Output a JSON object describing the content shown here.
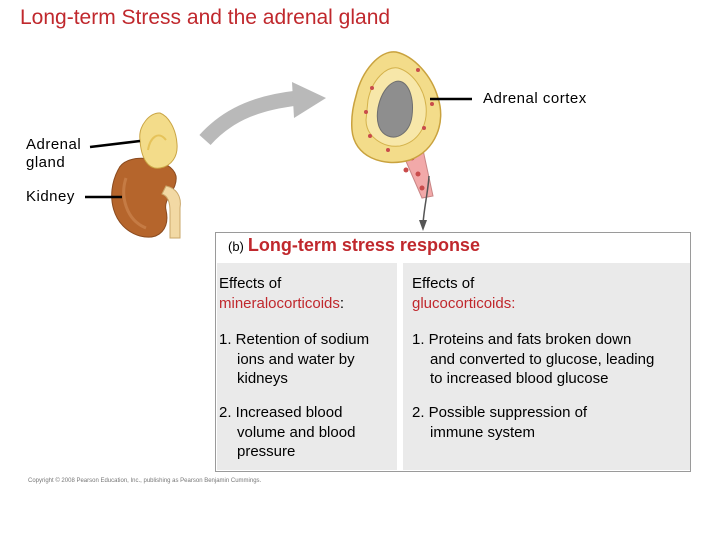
{
  "title": "Long-term Stress and the adrenal gland",
  "labels": {
    "adrenal_cortex": "Adrenal cortex",
    "adrenal_gland_line1": "Adrenal",
    "adrenal_gland_line2": "gland",
    "kidney": "Kidney"
  },
  "response_box": {
    "prefix": "(b)",
    "heading": "Long-term stress response",
    "left_column": {
      "header_line1": "Effects of",
      "header_term": "mineralocorticoids",
      "header_suffix": ":",
      "item1_line1": "1. Retention of sodium",
      "item1_line2": "ions and water by",
      "item1_line3": "kidneys",
      "item2_line1": "2. Increased blood",
      "item2_line2": "volume and blood",
      "item2_line3": "pressure"
    },
    "right_column": {
      "header_line1": "Effects of",
      "header_term": "glucocorticoids:",
      "item1_line1": "1. Proteins and fats broken down",
      "item1_line2": "and converted to glucose, leading",
      "item1_line3": "to increased blood glucose",
      "item2_line1": "2. Possible suppression of",
      "item2_line2": "immune system"
    }
  },
  "copyright": "Copyright © 2008 Pearson Education, Inc., publishing as Pearson Benjamin Cummings.",
  "colors": {
    "title_red": "#c0282d",
    "kidney_brown": "#b5652c",
    "adrenal_yellow": "#f3dc8a",
    "medulla_gray": "#8e8e8e",
    "vessel_pink": "#f2a9a9",
    "column_gray": "#eaeaea"
  }
}
